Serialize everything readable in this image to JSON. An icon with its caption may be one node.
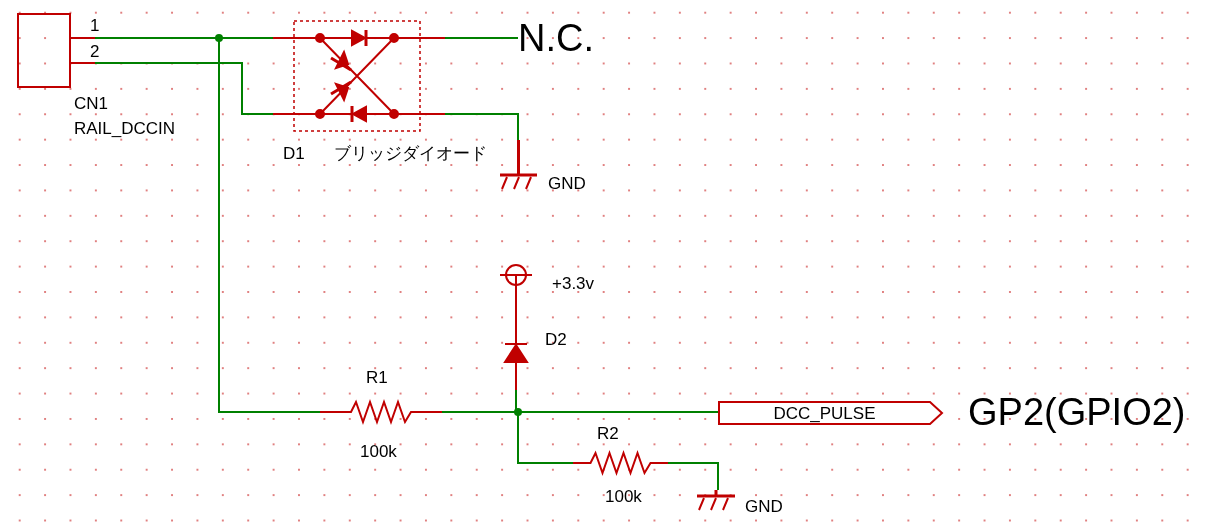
{
  "diagram": {
    "nodes": [
      {
        "text": [],
        "shape": "box",
        "beside": [
          "1",
          "2",
          "CN1",
          "RAIL_DCCIN"
        ]
      },
      {
        "text": [],
        "shape": "box",
        "beside": [
          "D1",
          "ブリッジダイオード"
        ]
      },
      {
        "text": [
          "N.C."
        ]
      },
      {
        "text": [],
        "shape": "ground",
        "beside": [
          "GND"
        ]
      },
      {
        "text": [],
        "shape": "circle",
        "beside": [
          "+3.3v"
        ]
      },
      {
        "text": [],
        "shape": "diode",
        "beside": [
          "D2"
        ]
      },
      {
        "text": [],
        "shape": "resistor",
        "beside": [
          "R1",
          "100k"
        ]
      },
      {
        "text": [
          "DCC_PULSE"
        ],
        "beside": [
          "GP2(GPIO2)"
        ]
      },
      {
        "text": [],
        "shape": "resistor",
        "beside": [
          "R2",
          "100k"
        ]
      },
      {
        "text": [],
        "shape": "ground",
        "beside": [
          "GND"
        ]
      }
    ],
    "edges": [
      {
        "from": 0,
        "to": 1,
        "arrow": "none"
      },
      {
        "from": 0,
        "to": 1,
        "arrow": "none"
      },
      {
        "from": 1,
        "to": 2,
        "arrow": "none"
      },
      {
        "from": 1,
        "to": 3,
        "arrow": "none"
      },
      {
        "from": 0,
        "to": 6,
        "arrow": "none"
      },
      {
        "from": 4,
        "to": 5,
        "arrow": "none",
        "color": "#c00000"
      },
      {
        "from": 6,
        "to": 5,
        "arrow": "none"
      },
      {
        "from": 6,
        "to": 7,
        "arrow": "none"
      },
      {
        "from": 6,
        "to": 8,
        "arrow": "none"
      },
      {
        "from": 8,
        "to": 9,
        "arrow": "none"
      }
    ]
  }
}
